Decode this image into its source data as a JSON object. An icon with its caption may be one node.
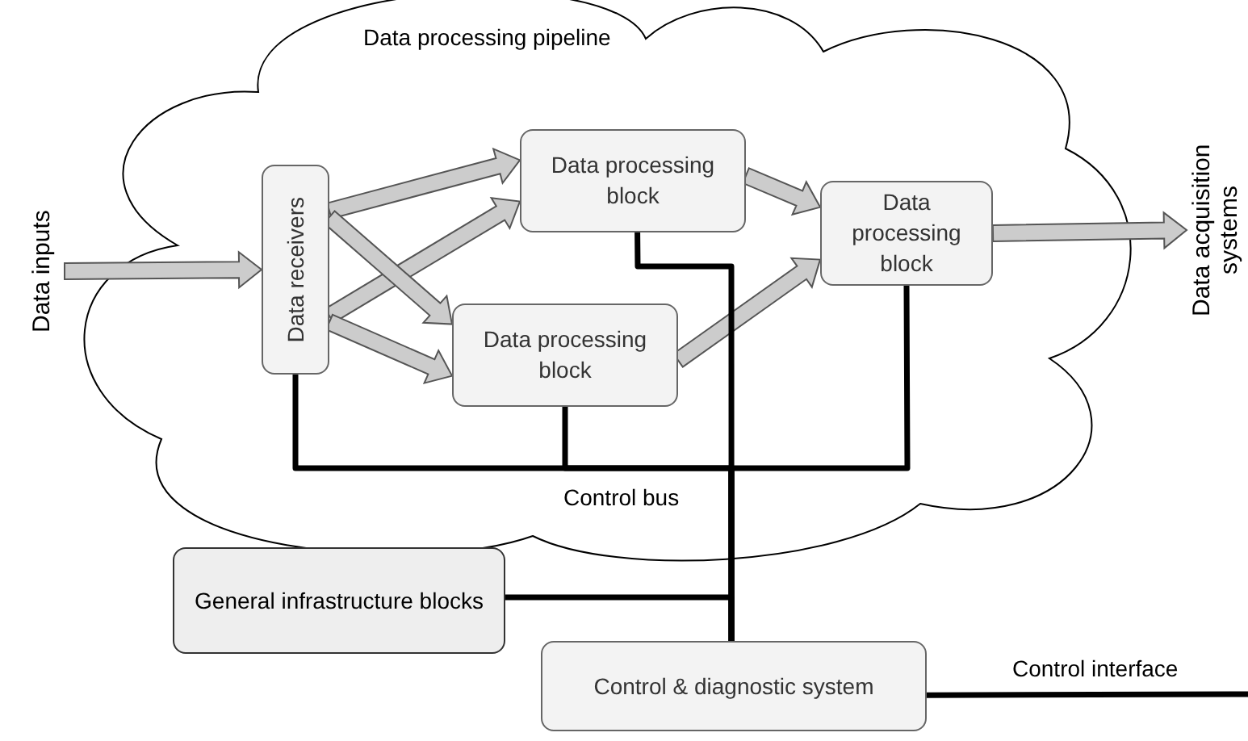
{
  "diagram": {
    "nodes": [
      {
        "text": [
          "Data processing pipeline"
        ]
      },
      {
        "text": [
          "Data inputs"
        ]
      },
      {
        "text": [
          "Data receivers"
        ],
        "in": 0
      },
      {
        "text": [
          "Data processing block"
        ],
        "in": 0
      },
      {
        "text": [
          "Data processing block"
        ],
        "in": 0
      },
      {
        "text": [
          "Data processing block"
        ],
        "in": 0
      },
      {
        "text": [
          "Data acquisition systems"
        ]
      },
      {
        "text": [
          "General infrastructure blocks"
        ]
      },
      {
        "text": [
          "Control & diagnostic system"
        ]
      }
    ],
    "edges": [
      {
        "from": 1,
        "to": 2,
        "arrow": "to",
        "style": "thick"
      },
      {
        "from": 2,
        "to": 3,
        "arrow": "to",
        "style": "thick"
      },
      {
        "from": 2,
        "to": 3,
        "arrow": "to",
        "style": "thick"
      },
      {
        "from": 2,
        "to": 4,
        "arrow": "to",
        "style": "thick"
      },
      {
        "from": 2,
        "to": 4,
        "arrow": "to",
        "style": "thick"
      },
      {
        "from": 3,
        "to": 5,
        "arrow": "to",
        "style": "thick"
      },
      {
        "from": 4,
        "to": 5,
        "arrow": "to",
        "style": "thick"
      },
      {
        "from": 5,
        "to": 6,
        "arrow": "to",
        "style": "thick"
      },
      {
        "from": 2,
        "to": 8,
        "arrow": "none"
      },
      {
        "from": 3,
        "to": 8,
        "arrow": "none"
      },
      {
        "from": 4,
        "to": 8,
        "arrow": "none"
      },
      {
        "from": 5,
        "to": 8,
        "arrow": "none"
      },
      {
        "from": 7,
        "to": 8,
        "arrow": "none"
      },
      {
        "from": 8,
        "to": null,
        "arrow": "none",
        "label": "Control interface"
      }
    ],
    "labels": [
      "Control bus"
    ]
  }
}
